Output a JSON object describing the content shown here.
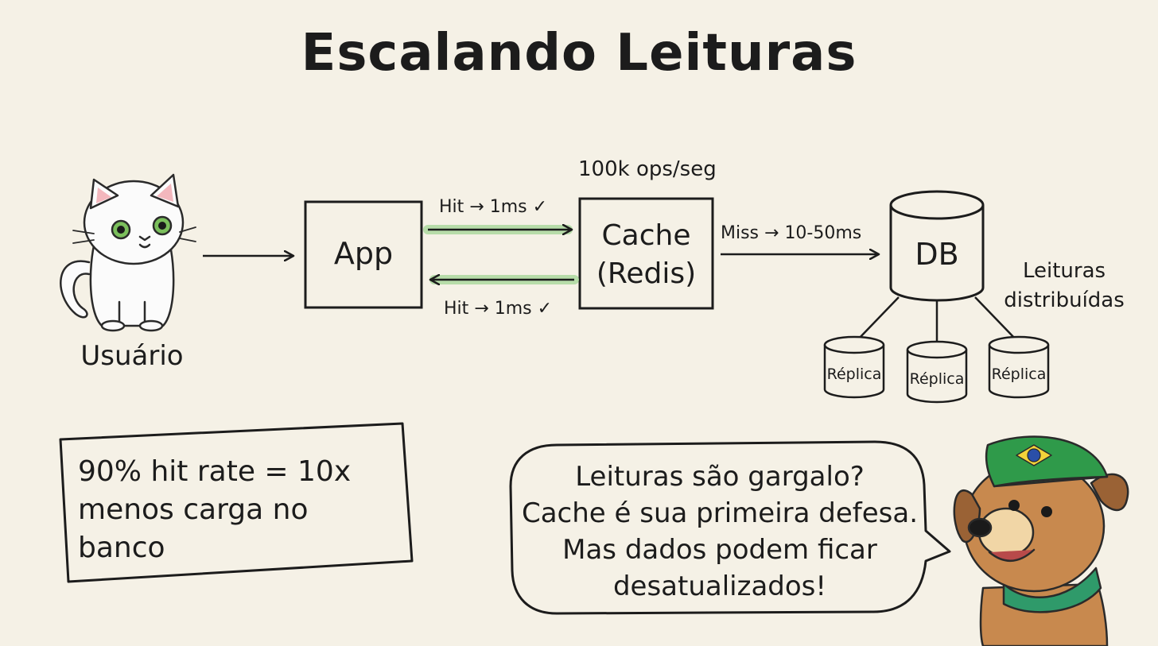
{
  "title": "Escalando Leituras",
  "nodes": {
    "user": "Usuário",
    "app": "App",
    "cache_line1": "Cache",
    "cache_line2": "(Redis)",
    "db": "DB"
  },
  "edges": {
    "hit_to_cache": "Hit → 1ms ✓",
    "hit_to_app": "Hit → 1ms ✓",
    "miss_to_db": "Miss → 10-50ms"
  },
  "cache_throughput": "100k ops/seg",
  "replicas": [
    "Réplica",
    "Réplica",
    "Réplica"
  ],
  "replicas_caption_line1": "Leituras",
  "replicas_caption_line2": "distribuídas",
  "note": {
    "line1": "90% hit rate = 10x",
    "line2": "menos carga no banco"
  },
  "speech": {
    "line1": "Leituras são gargalo?",
    "line2": "Cache é sua primeira defesa.",
    "line3": "Mas dados podem ficar",
    "line4": "desatualizados!"
  },
  "colors": {
    "background": "#f5f1e6",
    "ink": "#1c1c1c",
    "hit_glow": "#a8d89a",
    "hit_check": "#3f8a3a"
  }
}
